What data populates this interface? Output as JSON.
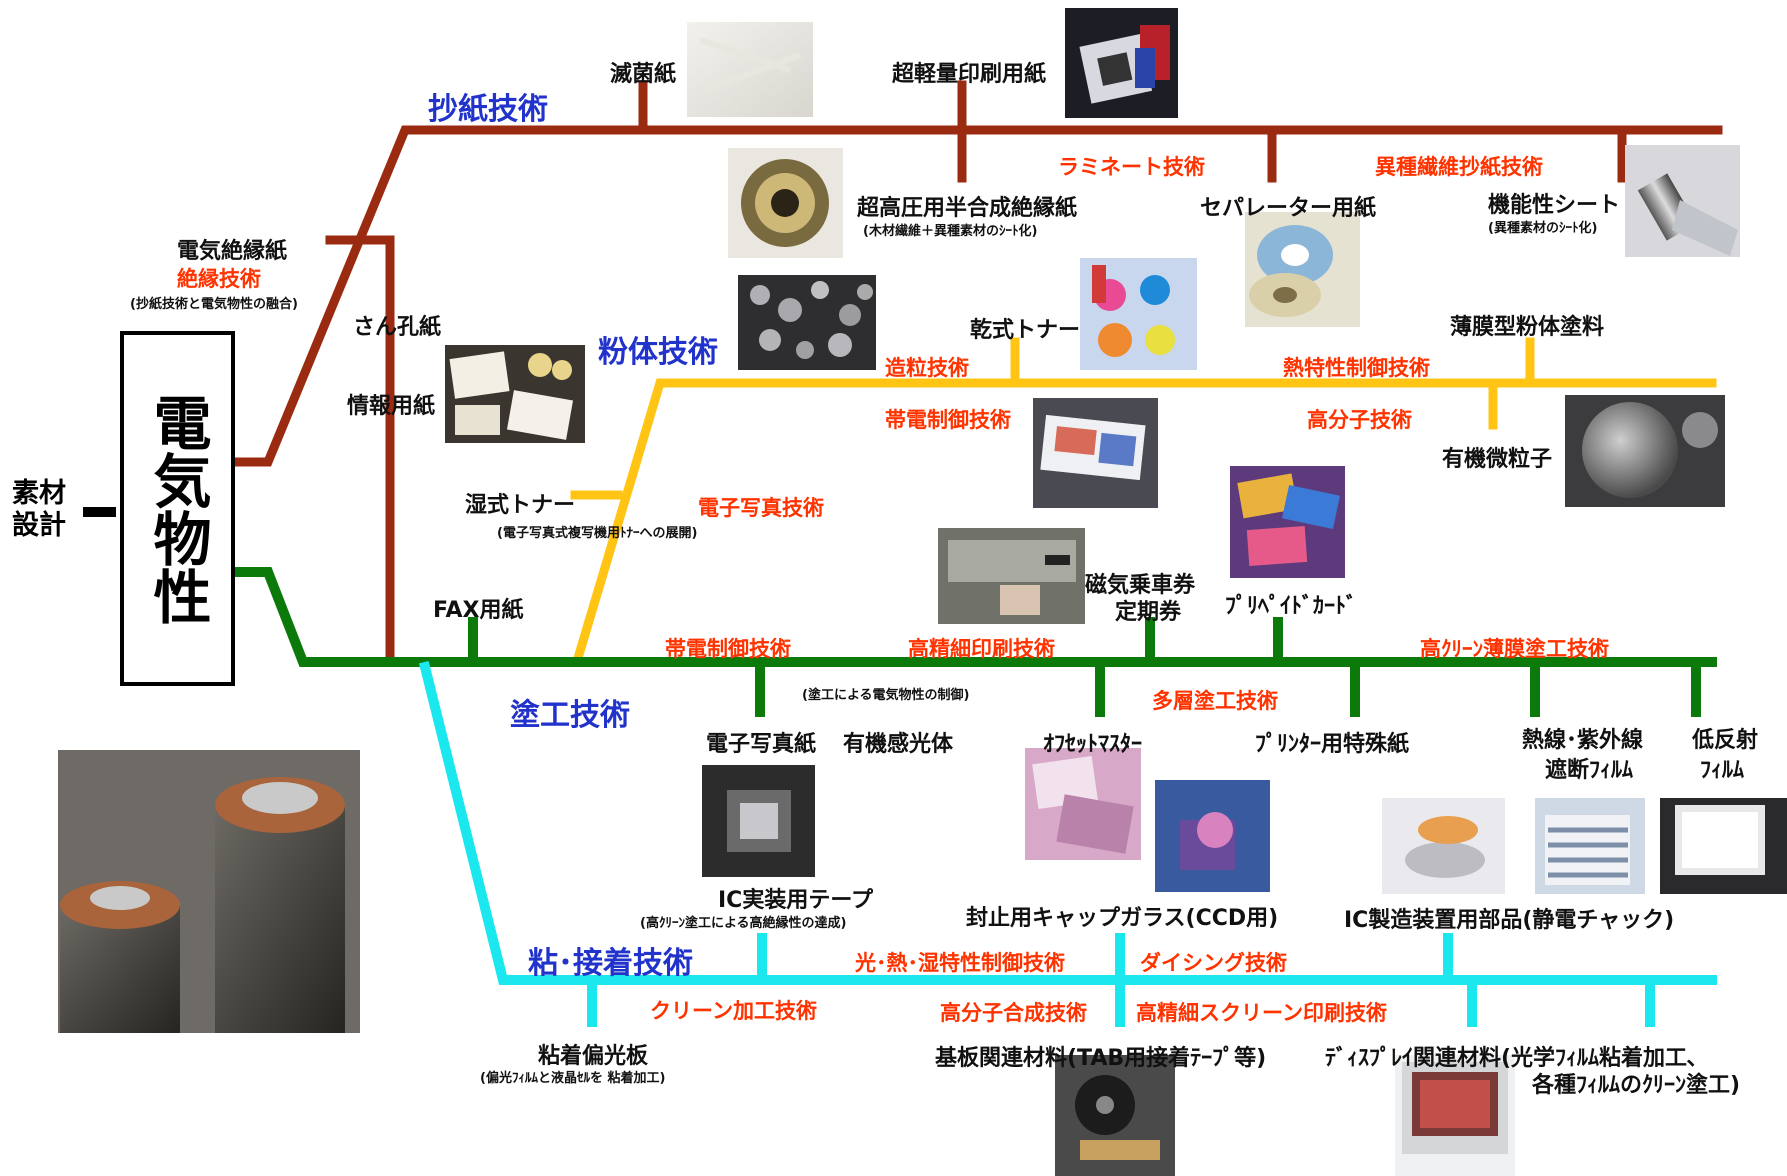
{
  "root": {
    "line1": "素材",
    "line2": "設計"
  },
  "core": {
    "label": "電気物性"
  },
  "colors": {
    "paper": "#9a2a10",
    "powder": "#ffc414",
    "coating": "#0b7a0b",
    "adhesive": "#1ae8ee",
    "tech_text": "#ff3300",
    "branch_text": "#2233cc"
  },
  "branches": {
    "paper": "抄紙技術",
    "powder": "粉体技術",
    "coating": "塗工技術",
    "adhesive": "粘･接着技術"
  },
  "items": {
    "sterile_paper": "滅菌紙",
    "ultralight_paper": "超軽量印刷用紙",
    "insulating_paper": "電気絶縁紙",
    "uhv_paper": "超高圧用半合成絶縁紙",
    "separator_paper": "セパレーター用紙",
    "functional_sheet": "機能性シート",
    "stencil_paper": "さん孔紙",
    "info_paper": "情報用紙",
    "dry_toner": "乾式トナー",
    "thin_film_powder": "薄膜型粉体塗料",
    "organic_particles": "有機微粒子",
    "wet_toner": "湿式トナー",
    "magnetic_ticket_1": "磁気乗車券",
    "magnetic_ticket_2": "定期券",
    "prepaid_card": "ﾌﾟﾘﾍﾟｲﾄﾞｶｰﾄﾞ",
    "fax_paper": "FAX用紙",
    "ephoto_paper": "電子写真紙",
    "organic_pc": "有機感光体",
    "offset_master": "ｵﾌｾｯﾄﾏｽﾀｰ",
    "printer_paper": "ﾌﾟﾘﾝﾀｰ用特殊紙",
    "heat_uv_1": "熱線･紫外線",
    "heat_uv_2": "遮断ﾌｨﾙﾑ",
    "low_reflect_1": "低反射",
    "low_reflect_2": "ﾌｨﾙﾑ",
    "ic_tape": "IC実装用テープ",
    "cap_glass": "封止用キャップガラス(CCD用)",
    "ic_parts": "IC製造装置用部品(静電チャック)",
    "polarizer": "粘着偏光板",
    "substrate": "基板関連材料(TAB用接着ﾃｰﾌﾟ等)",
    "display_1": "ﾃﾞｨｽﾌﾟﾚｲ関連材料(光学ﾌｨﾙﾑ粘着加工､",
    "display_2": "各種ﾌｨﾙﾑのｸﾘｰﾝ塗工)"
  },
  "techs": {
    "laminate": "ラミネート技術",
    "hetero_fiber": "異種繊維抄紙技術",
    "insulation": "絶縁技術",
    "granulation": "造粒技術",
    "thermal": "熱特性制御技術",
    "charge_1": "帯電制御技術",
    "polymer": "高分子技術",
    "electrophoto": "電子写真技術",
    "charge_2": "帯電制御技術",
    "hires_print": "高精細印刷技術",
    "clean_film": "高ｸﾘｰﾝ薄膜塗工技術",
    "multilayer": "多層塗工技術",
    "opt_heat": "光･熱･湿特性制御技術",
    "dicing": "ダイシング技術",
    "clean_proc": "クリーン加工技術",
    "polymer_syn": "高分子合成技術",
    "hires_screen": "高精細スクリーン印刷技術"
  },
  "notes": {
    "uhv": "(木材繊維＋異種素材のｼｰﾄ化)",
    "functional": "(異種素材のｼｰﾄ化)",
    "insulation": "(抄紙技術と電気物性の融合)",
    "wet_toner": "(電子写真式複写機用ﾄﾅｰへの展開)",
    "coating": "(塗工による電気物性の制御)",
    "ic_tape": "(高ｸﾘｰﾝ塗工による高絶縁性の達成)",
    "polarizer": "(偏光ﾌｨﾙﾑと液晶ｾﾙを 粘着加工)"
  },
  "photos": {
    "sterile": "sterile-paper-photo",
    "ultralight": "printing-paper-photo",
    "uhv": "insulating-paper-roll-photo",
    "separator": "separator-roll-photo",
    "functional": "functional-sheet-photo",
    "info": "info-paper-photo",
    "powder": "powder-micrograph-photo",
    "dry_toner": "dry-toner-photo",
    "charge": "printed-sheet-photo",
    "organic": "particle-micrograph-photo",
    "prepaid": "prepaid-card-photo",
    "gate": "ticket-gate-photo",
    "ic_tape": "ic-package-photo",
    "offset": "offset-master-photo",
    "cap_glass": "ccd-glass-photo",
    "chuck": "electrostatic-chuck-photo",
    "building": "building-photo",
    "monitor": "monitor-photo",
    "substrate": "tab-tape-photo",
    "display": "crt-display-photo",
    "cable": "power-cable-photo"
  }
}
